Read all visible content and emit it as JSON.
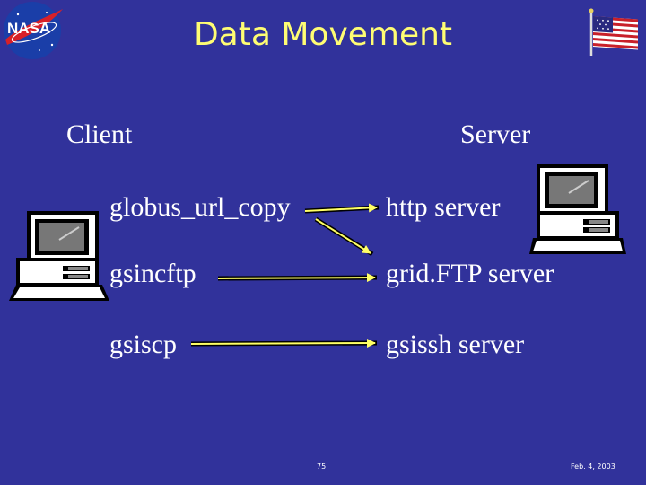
{
  "slide": {
    "title": "Data Movement",
    "logo_text": "NASA",
    "client_label": "Client",
    "server_label": "Server",
    "rows": [
      {
        "client": "globus_url_copy",
        "server": "http server"
      },
      {
        "client": "gsincftp",
        "server": "grid.FTP server"
      },
      {
        "client": "gsiscp",
        "server": "gsissh server"
      }
    ],
    "page_number": "75",
    "date": "Feb. 4, 2003"
  },
  "colors": {
    "background": "#31329b",
    "title": "#fffd73",
    "text": "#ffffff",
    "arrow": "#ffff66",
    "nasa_logo": "#1a3ea8",
    "nasa_red": "#d82028"
  },
  "icons": [
    "nasa-logo-icon",
    "us-flag-icon",
    "computer-icon"
  ]
}
